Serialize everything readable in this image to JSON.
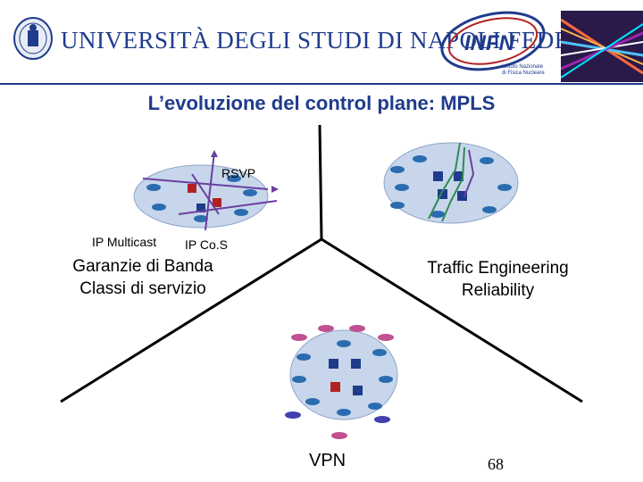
{
  "header": {
    "university_name": "UNIVERSITÀ DEGLI STUDI DI NAPOLI FEDERICO II",
    "infn_logo_text": "INFN",
    "infn_subtitle_1": "Istituto Nazionale",
    "infn_subtitle_2": "di Fisica Nucleare"
  },
  "slide": {
    "title": "L’evoluzione del control plane: MPLS",
    "page_number": "68"
  },
  "diagram": {
    "left_network": {
      "label_rsvp": "RSVP",
      "label_multicast": "IP Multicast",
      "label_cos": "IP Co.S",
      "caption_line1": "Garanzie di Banda",
      "caption_line2": "Classi di servizio"
    },
    "right_network": {
      "caption_line1": "Traffic Engineering",
      "caption_line2": "Reliability"
    },
    "bottom_network": {
      "caption": "VPN"
    }
  },
  "colors": {
    "brand_blue": "#1f3b8c",
    "cloud": "#c7d6ea",
    "router": "#2b6cb0",
    "path_purple": "#6b3fa0",
    "path_green": "#2e8b57",
    "infn_red": "#b22222"
  }
}
